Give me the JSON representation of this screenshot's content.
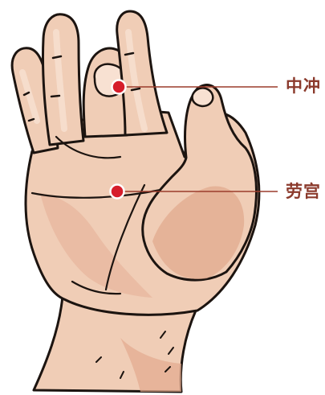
{
  "points": [
    {
      "id": "zhongchong",
      "label": "中冲"
    },
    {
      "id": "laogong",
      "label": "劳宫"
    }
  ],
  "colors": {
    "skin": "#f0cdb6",
    "skin_light": "#f8e1d2",
    "skin_shade": "#e2a98e",
    "outline": "#1c1410",
    "point": "#d61d2b",
    "leader_line": "#9b3c2c",
    "label": "#8b3a2c"
  }
}
